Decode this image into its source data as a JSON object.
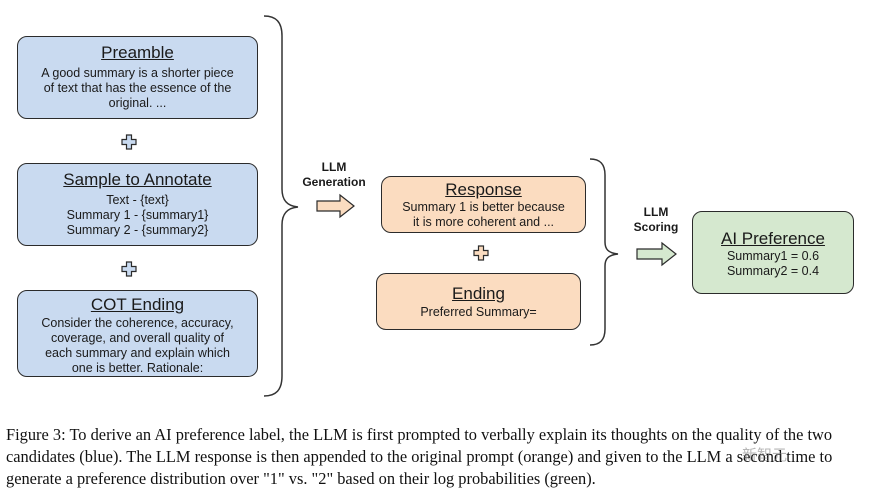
{
  "boxes": {
    "preamble": {
      "title": "Preamble",
      "body": "A good summary is a shorter piece\nof text that has the essence of the\noriginal. ..."
    },
    "sample": {
      "title": "Sample to Annotate",
      "body": "Text - {text}\nSummary 1 - {summary1}\nSummary 2 - {summary2}"
    },
    "cot": {
      "title": "COT Ending",
      "body": "Consider the coherence, accuracy,\ncoverage, and overall quality of\neach summary and explain which\none is better. Rationale:"
    },
    "response": {
      "title": "Response",
      "body": "Summary 1 is better because\nit is more coherent and ..."
    },
    "ending": {
      "title": "Ending",
      "body": "Preferred Summary="
    },
    "ai_preference": {
      "title": "AI Preference",
      "body": "Summary1 = 0.6\nSummary2 = 0.4"
    }
  },
  "labels": {
    "generation": "LLM\nGeneration",
    "scoring": "LLM\nScoring"
  },
  "caption": "Figure 3: To derive an AI preference label, the LLM is first prompted to verbally explain its thoughts on the quality of the two candidates (blue). The LLM response is then appended to the original prompt (orange) and given to the LLM a second time to generate a preference distribution over \"1\" vs. \"2\" based on their log probabilities (green).",
  "watermark": "新智元",
  "colors": {
    "blue": "#c9daf0",
    "orange": "#fbdcc0",
    "green": "#d5e8cf"
  },
  "icons": [
    "plus-icon",
    "right-arrow-icon",
    "brace-icon"
  ]
}
